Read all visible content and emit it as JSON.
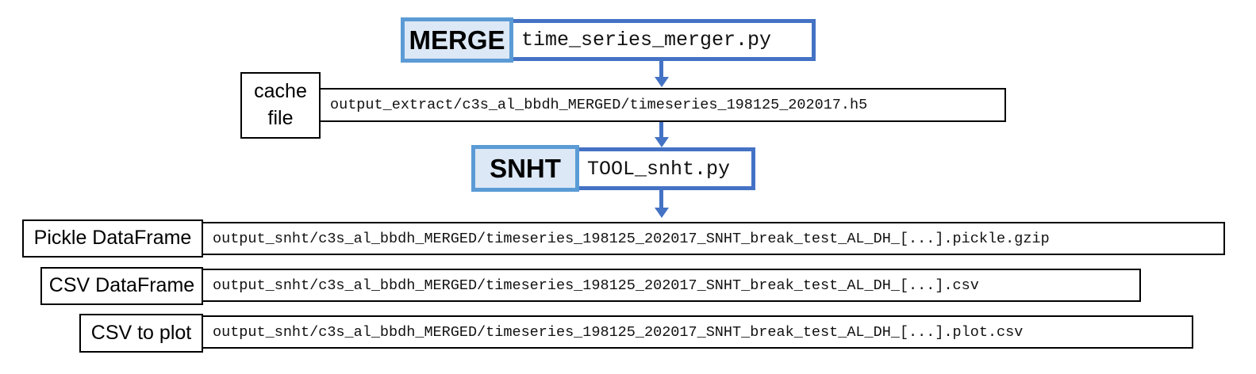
{
  "merge": {
    "label": "MERGE",
    "script": "time_series_merger.py"
  },
  "cache": {
    "label_line1": "cache",
    "label_line2": "file",
    "path": "output_extract/c3s_al_bbdh_MERGED/timeseries_198125_202017.h5"
  },
  "snht": {
    "label": "SNHT",
    "script": "TOOL_snht.py"
  },
  "outputs": [
    {
      "label": "Pickle DataFrame",
      "path": "output_snht/c3s_al_bbdh_MERGED/timeseries_198125_202017_SNHT_break_test_AL_DH_[...].pickle.gzip"
    },
    {
      "label": "CSV DataFrame",
      "path": "output_snht/c3s_al_bbdh_MERGED/timeseries_198125_202017_SNHT_break_test_AL_DH_[...].csv"
    },
    {
      "label": "CSV to plot",
      "path": "output_snht/c3s_al_bbdh_MERGED/timeseries_198125_202017_SNHT_break_test_AL_DH_[...].plot.csv"
    }
  ],
  "colors": {
    "stage_border": "#5b9bd5",
    "stage_fill": "#dce8f5",
    "script_border": "#4472c4",
    "arrow": "#4472c4"
  }
}
